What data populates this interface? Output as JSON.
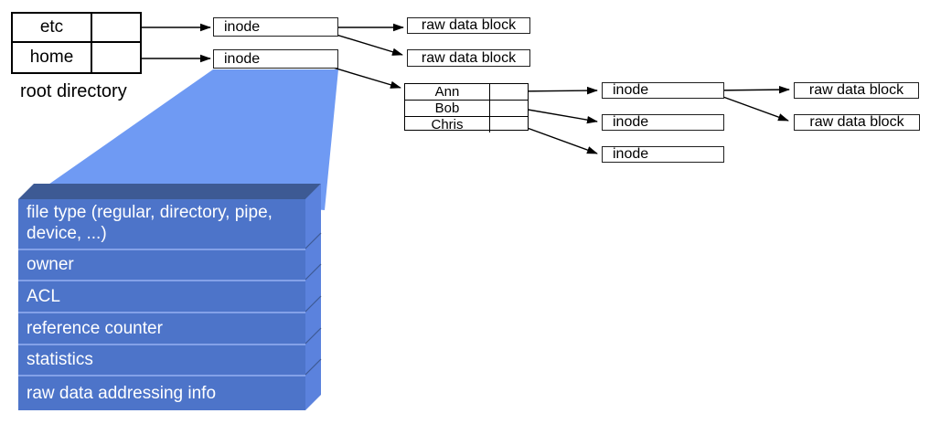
{
  "root_directory": {
    "label": "root directory",
    "entries": [
      "etc",
      "home"
    ]
  },
  "home_directory": {
    "entries": [
      "Ann",
      "Bob",
      "Chris"
    ]
  },
  "labels": {
    "inode": "inode",
    "raw_data_block": "raw data block"
  },
  "inode_fields": [
    "file type (regular, directory, pipe, device, ...)",
    "owner",
    "ACL",
    "reference counter",
    "statistics",
    "raw data addressing info"
  ],
  "colors": {
    "slab_front": "#4d74c9",
    "slab_top_face": "#3d5a94",
    "slab_side_face": "#5b82dd",
    "slab_divider": "#84a1e8",
    "funnel": "#6f9af3",
    "line": "#000000"
  }
}
